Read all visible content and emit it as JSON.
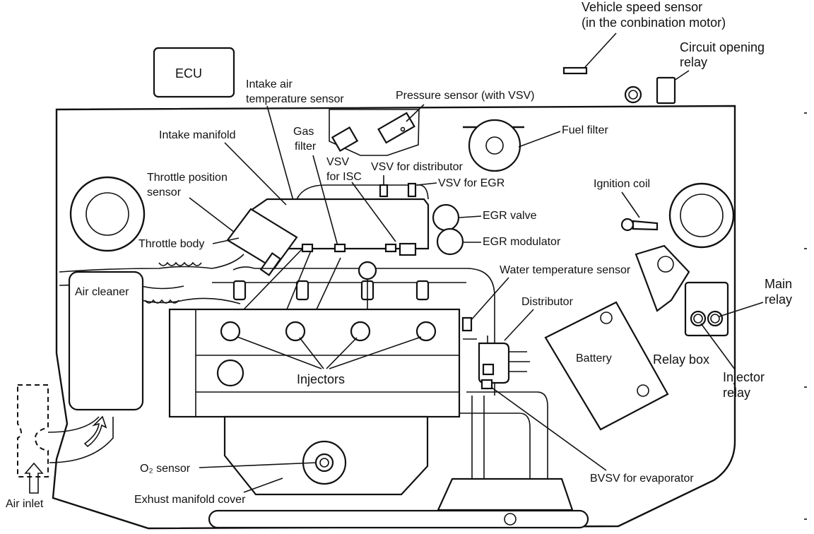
{
  "labels": {
    "vehicle_speed_sensor": "Vehicle speed sensor",
    "vehicle_speed_sensor_note": "(in the conbination motor)",
    "circuit_opening_relay_1": "Circuit opening",
    "circuit_opening_relay_2": "relay",
    "ecu": "ECU",
    "intake_air_temp_1": "Intake air",
    "intake_air_temp_2": "temperature sensor",
    "pressure_sensor": "Pressure sensor (with VSV)",
    "fuel_filter": "Fuel filter",
    "intake_manifold": "Intake manifold",
    "gas_filter_1": "Gas",
    "gas_filter_2": "filter",
    "vsv_isc_1": "VSV",
    "vsv_isc_2": "for ISC",
    "vsv_distributor": "VSV for distributor",
    "vsv_egr": "VSV for EGR",
    "ignition_coil": "Ignition coil",
    "throttle_position_1": "Throttle position",
    "throttle_position_2": "sensor",
    "egr_valve": "EGR valve",
    "egr_modulator": "EGR modulator",
    "throttle_body": "Throttle body",
    "water_temp_sensor": "Water temperature sensor",
    "main_relay_1": "Main",
    "main_relay_2": "relay",
    "air_cleaner": "Air cleaner",
    "distributor": "Distributor",
    "battery": "Battery",
    "relay_box": "Relay box",
    "injector_relay_1": "Injector",
    "injector_relay_2": "relay",
    "injectors": "Injectors",
    "o2_sensor": "O₂ sensor",
    "bvsv_evaporator": "BVSV for evaporator",
    "exhaust_manifold_cover": "Exhust manifold cover",
    "air_inlet": "Air inlet"
  }
}
